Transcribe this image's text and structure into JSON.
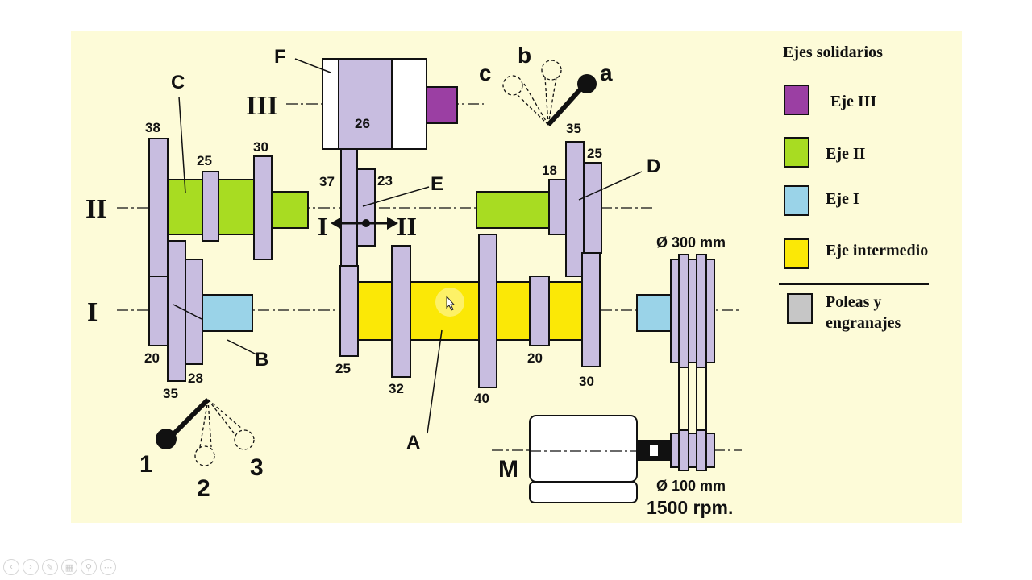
{
  "diagram": {
    "axis_labels": {
      "III": "III",
      "II": "II",
      "I": "I",
      "M": "M"
    },
    "parts": {
      "A": "A",
      "B": "B",
      "C": "C",
      "D": "D",
      "E": "E",
      "F": "F"
    },
    "teeth": {
      "c38": "38",
      "c25a": "25",
      "c30a": "30",
      "c20a": "20",
      "c35a": "35",
      "c28": "28",
      "c26": "26",
      "c37": "37",
      "c23": "23",
      "c25b": "25",
      "c32": "32",
      "c40": "40",
      "c20b": "20",
      "c30b": "30",
      "c18": "18",
      "c35b": "35",
      "c25c": "25"
    },
    "selector": {
      "left": "I",
      "right": "II"
    },
    "lever_top": {
      "a": "a",
      "b": "b",
      "c": "c"
    },
    "lever_bottom": {
      "p1": "1",
      "p2": "2",
      "p3": "3"
    },
    "pulley_large": "Ø 300 mm",
    "pulley_small": "Ø 100 mm",
    "motor_speed": "1500 rpm."
  },
  "legend": {
    "title": "Ejes solidarios",
    "items": [
      {
        "label": "Eje III",
        "color": "#9b3fa3"
      },
      {
        "label": "Eje II",
        "color": "#a8dc22"
      },
      {
        "label": "Eje I",
        "color": "#9ad3e8"
      },
      {
        "label": "Eje intermedio",
        "color": "#fbe806"
      }
    ],
    "gears": {
      "label": "Poleas y\nengranajes",
      "color": "#c6c6c6"
    }
  },
  "colors": {
    "background": "#fdfbd8",
    "gear": "#c8bde0",
    "pulley": "#c6c6c6"
  },
  "toolbar": {
    "icons": [
      "prev-icon",
      "next-icon",
      "pen-icon",
      "slides-icon",
      "zoom-icon",
      "more-icon"
    ]
  }
}
